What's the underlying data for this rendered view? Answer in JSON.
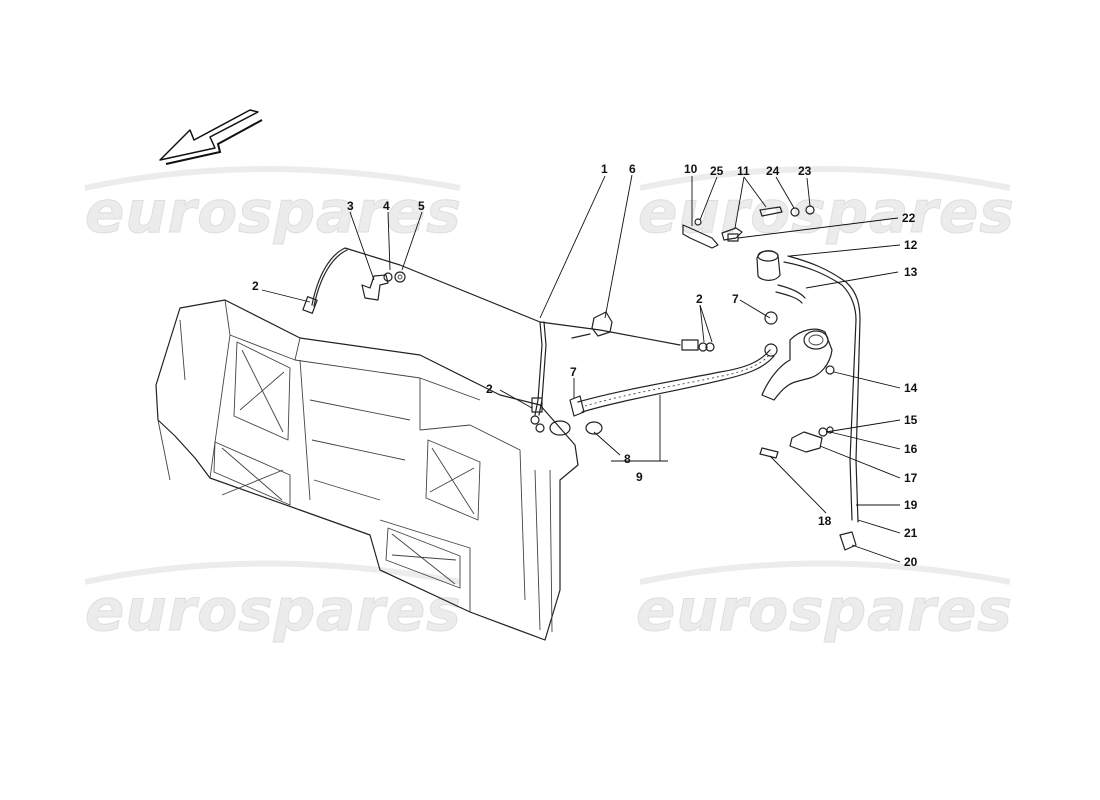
{
  "watermarks": [
    "eurospares",
    "eurospares",
    "eurospares",
    "eurospares"
  ],
  "callouts": {
    "c1": "1",
    "c2a": "2",
    "c2b": "2",
    "c2c": "2",
    "c3": "3",
    "c4": "4",
    "c5": "5",
    "c6": "6",
    "c7a": "7",
    "c7b": "7",
    "c8": "8",
    "c9": "9",
    "c10": "10",
    "c11": "11",
    "c12": "12",
    "c13": "13",
    "c14": "14",
    "c15": "15",
    "c16": "16",
    "c17": "17",
    "c18": "18",
    "c19": "19",
    "c20": "20",
    "c21": "21",
    "c22": "22",
    "c23": "23",
    "c24": "24",
    "c25": "25"
  },
  "icons": {
    "direction": "direction-arrow-icon"
  }
}
